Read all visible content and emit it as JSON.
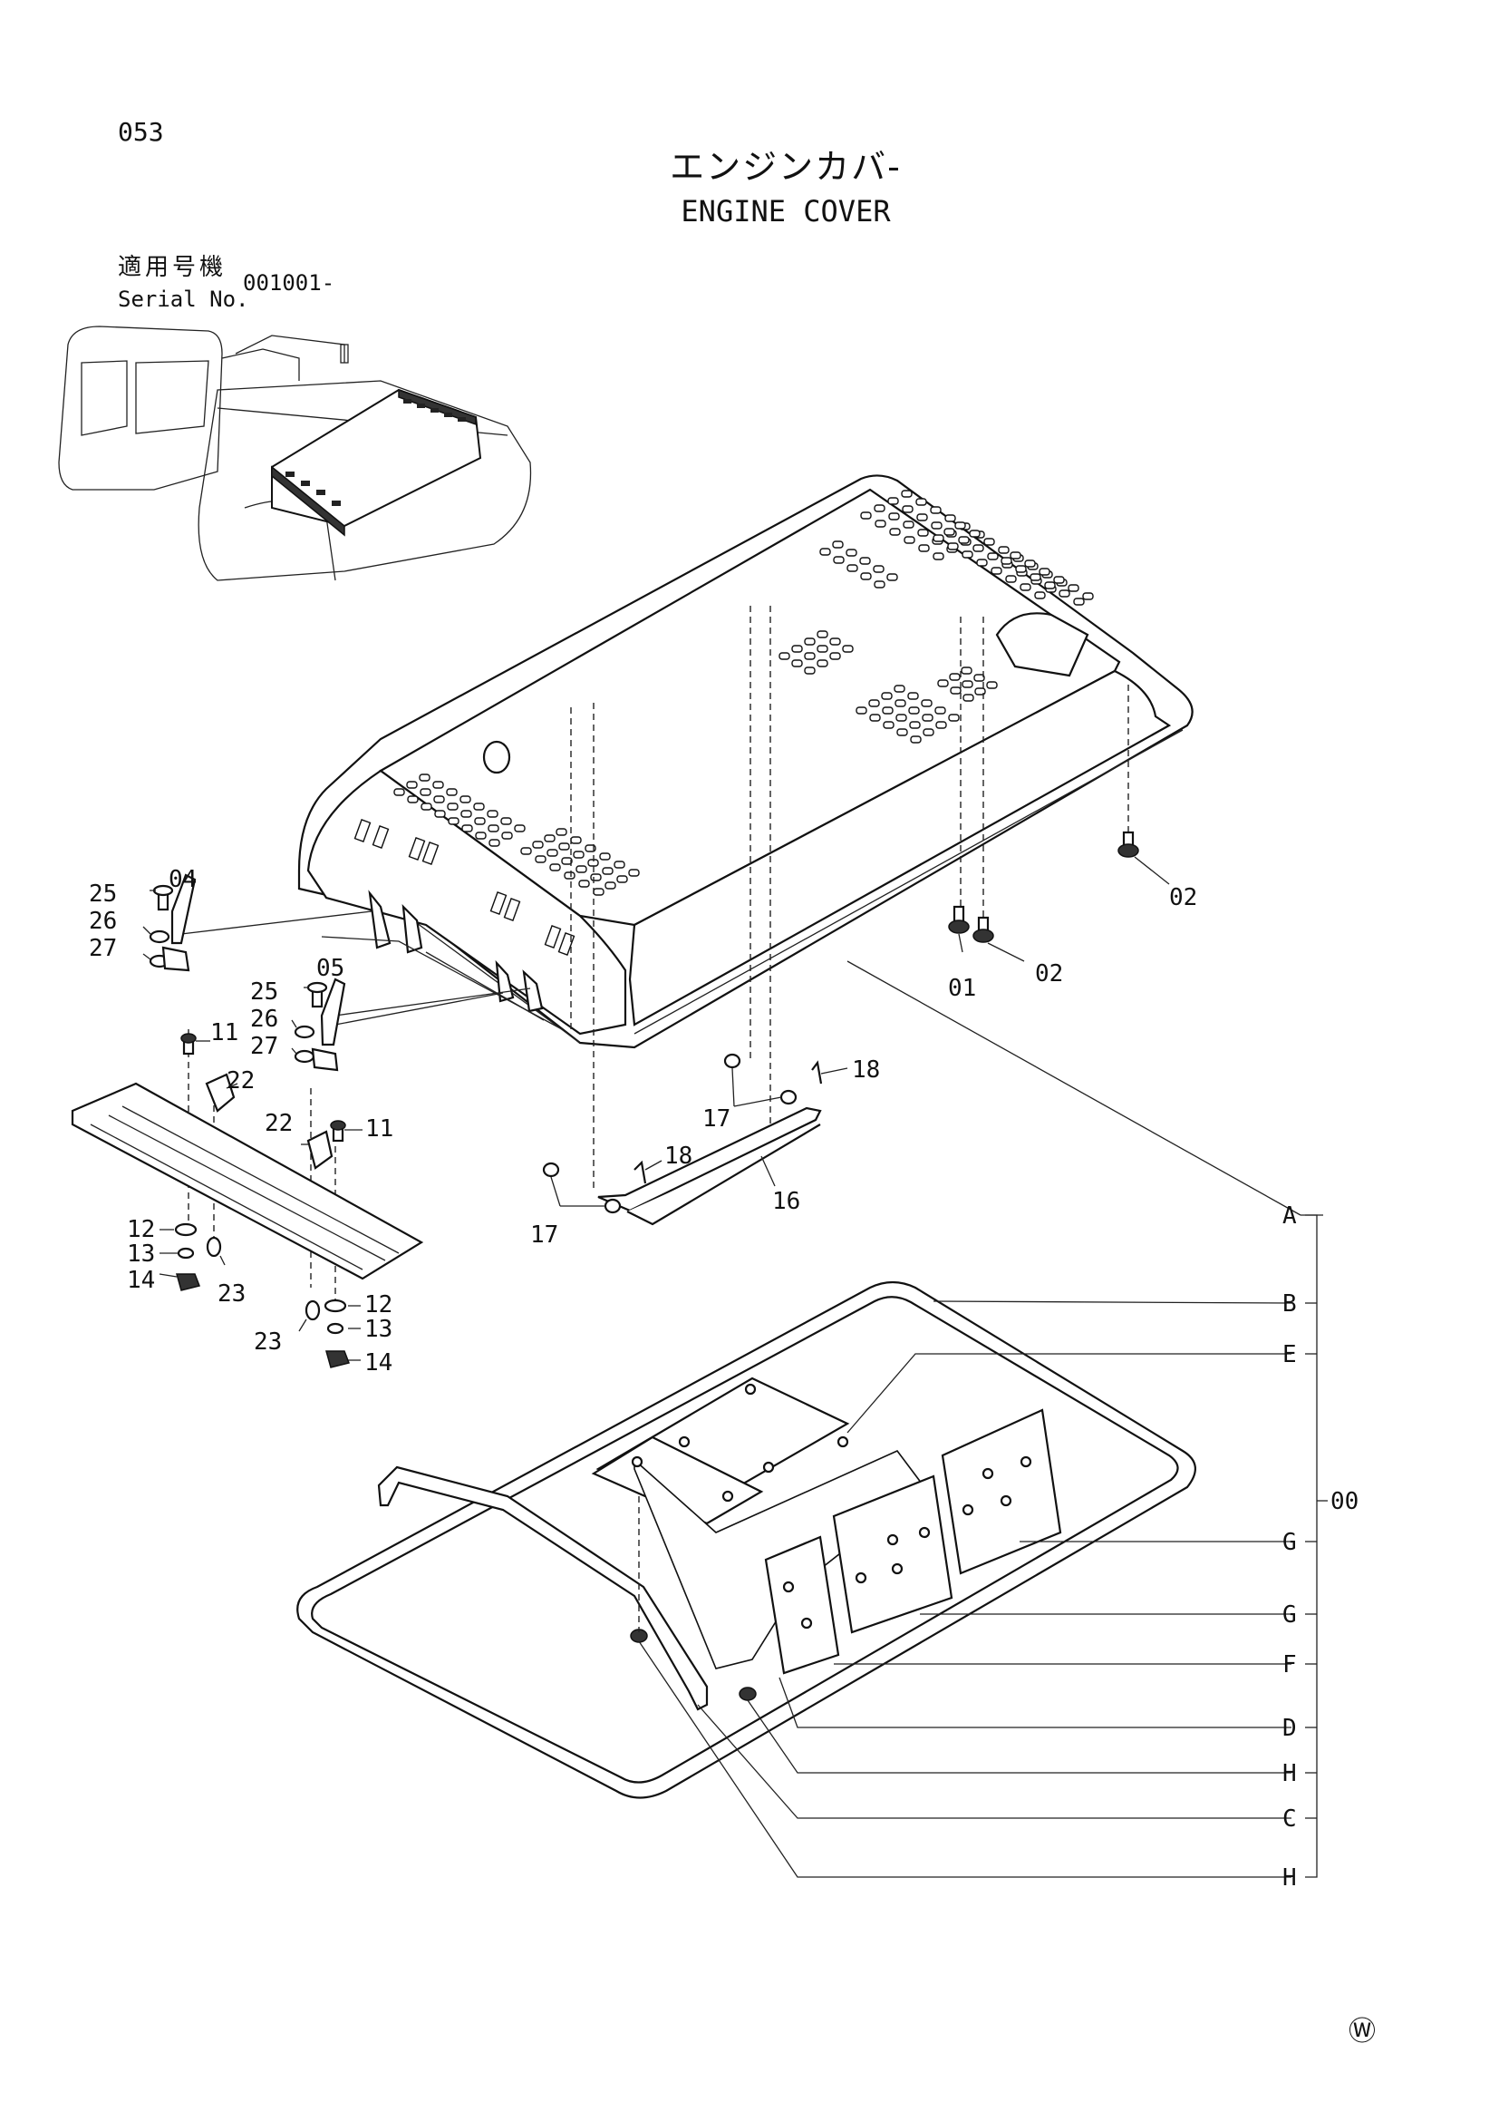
{
  "page_number": "053",
  "title_jp": "エンジンカバ-",
  "title_en": "ENGINE COVER",
  "serial": {
    "label_jp": "適用号機",
    "label_en": "Serial No.",
    "value": "001001-"
  },
  "parts": [
    {
      "id": "p01",
      "label": "01"
    },
    {
      "id": "p02a",
      "label": "02"
    },
    {
      "id": "p02b",
      "label": "02"
    },
    {
      "id": "p04",
      "label": "04"
    },
    {
      "id": "p05",
      "label": "05"
    },
    {
      "id": "p11a",
      "label": "11"
    },
    {
      "id": "p11b",
      "label": "11"
    },
    {
      "id": "p12a",
      "label": "12"
    },
    {
      "id": "p12b",
      "label": "12"
    },
    {
      "id": "p13a",
      "label": "13"
    },
    {
      "id": "p13b",
      "label": "13"
    },
    {
      "id": "p14a",
      "label": "14"
    },
    {
      "id": "p14b",
      "label": "14"
    },
    {
      "id": "p16",
      "label": "16"
    },
    {
      "id": "p17a",
      "label": "17"
    },
    {
      "id": "p17b",
      "label": "17"
    },
    {
      "id": "p18a",
      "label": "18"
    },
    {
      "id": "p18b",
      "label": "18"
    },
    {
      "id": "p22a",
      "label": "22"
    },
    {
      "id": "p22b",
      "label": "22"
    },
    {
      "id": "p23a",
      "label": "23"
    },
    {
      "id": "p23b",
      "label": "23"
    },
    {
      "id": "p25a",
      "label": "25"
    },
    {
      "id": "p25b",
      "label": "25"
    },
    {
      "id": "p26a",
      "label": "26"
    },
    {
      "id": "p26b",
      "label": "26"
    },
    {
      "id": "p27a",
      "label": "27"
    },
    {
      "id": "p27b",
      "label": "27"
    }
  ],
  "callouts": [
    {
      "id": "cA",
      "label": "A"
    },
    {
      "id": "cB",
      "label": "B"
    },
    {
      "id": "cE",
      "label": "E"
    },
    {
      "id": "cG1",
      "label": "G"
    },
    {
      "id": "cG2",
      "label": "G"
    },
    {
      "id": "cF",
      "label": "F"
    },
    {
      "id": "cD",
      "label": "D"
    },
    {
      "id": "cH1",
      "label": "H"
    },
    {
      "id": "cC",
      "label": "C"
    },
    {
      "id": "cH2",
      "label": "H"
    }
  ],
  "assembly_label": "00",
  "watermark": "Ⓦ"
}
